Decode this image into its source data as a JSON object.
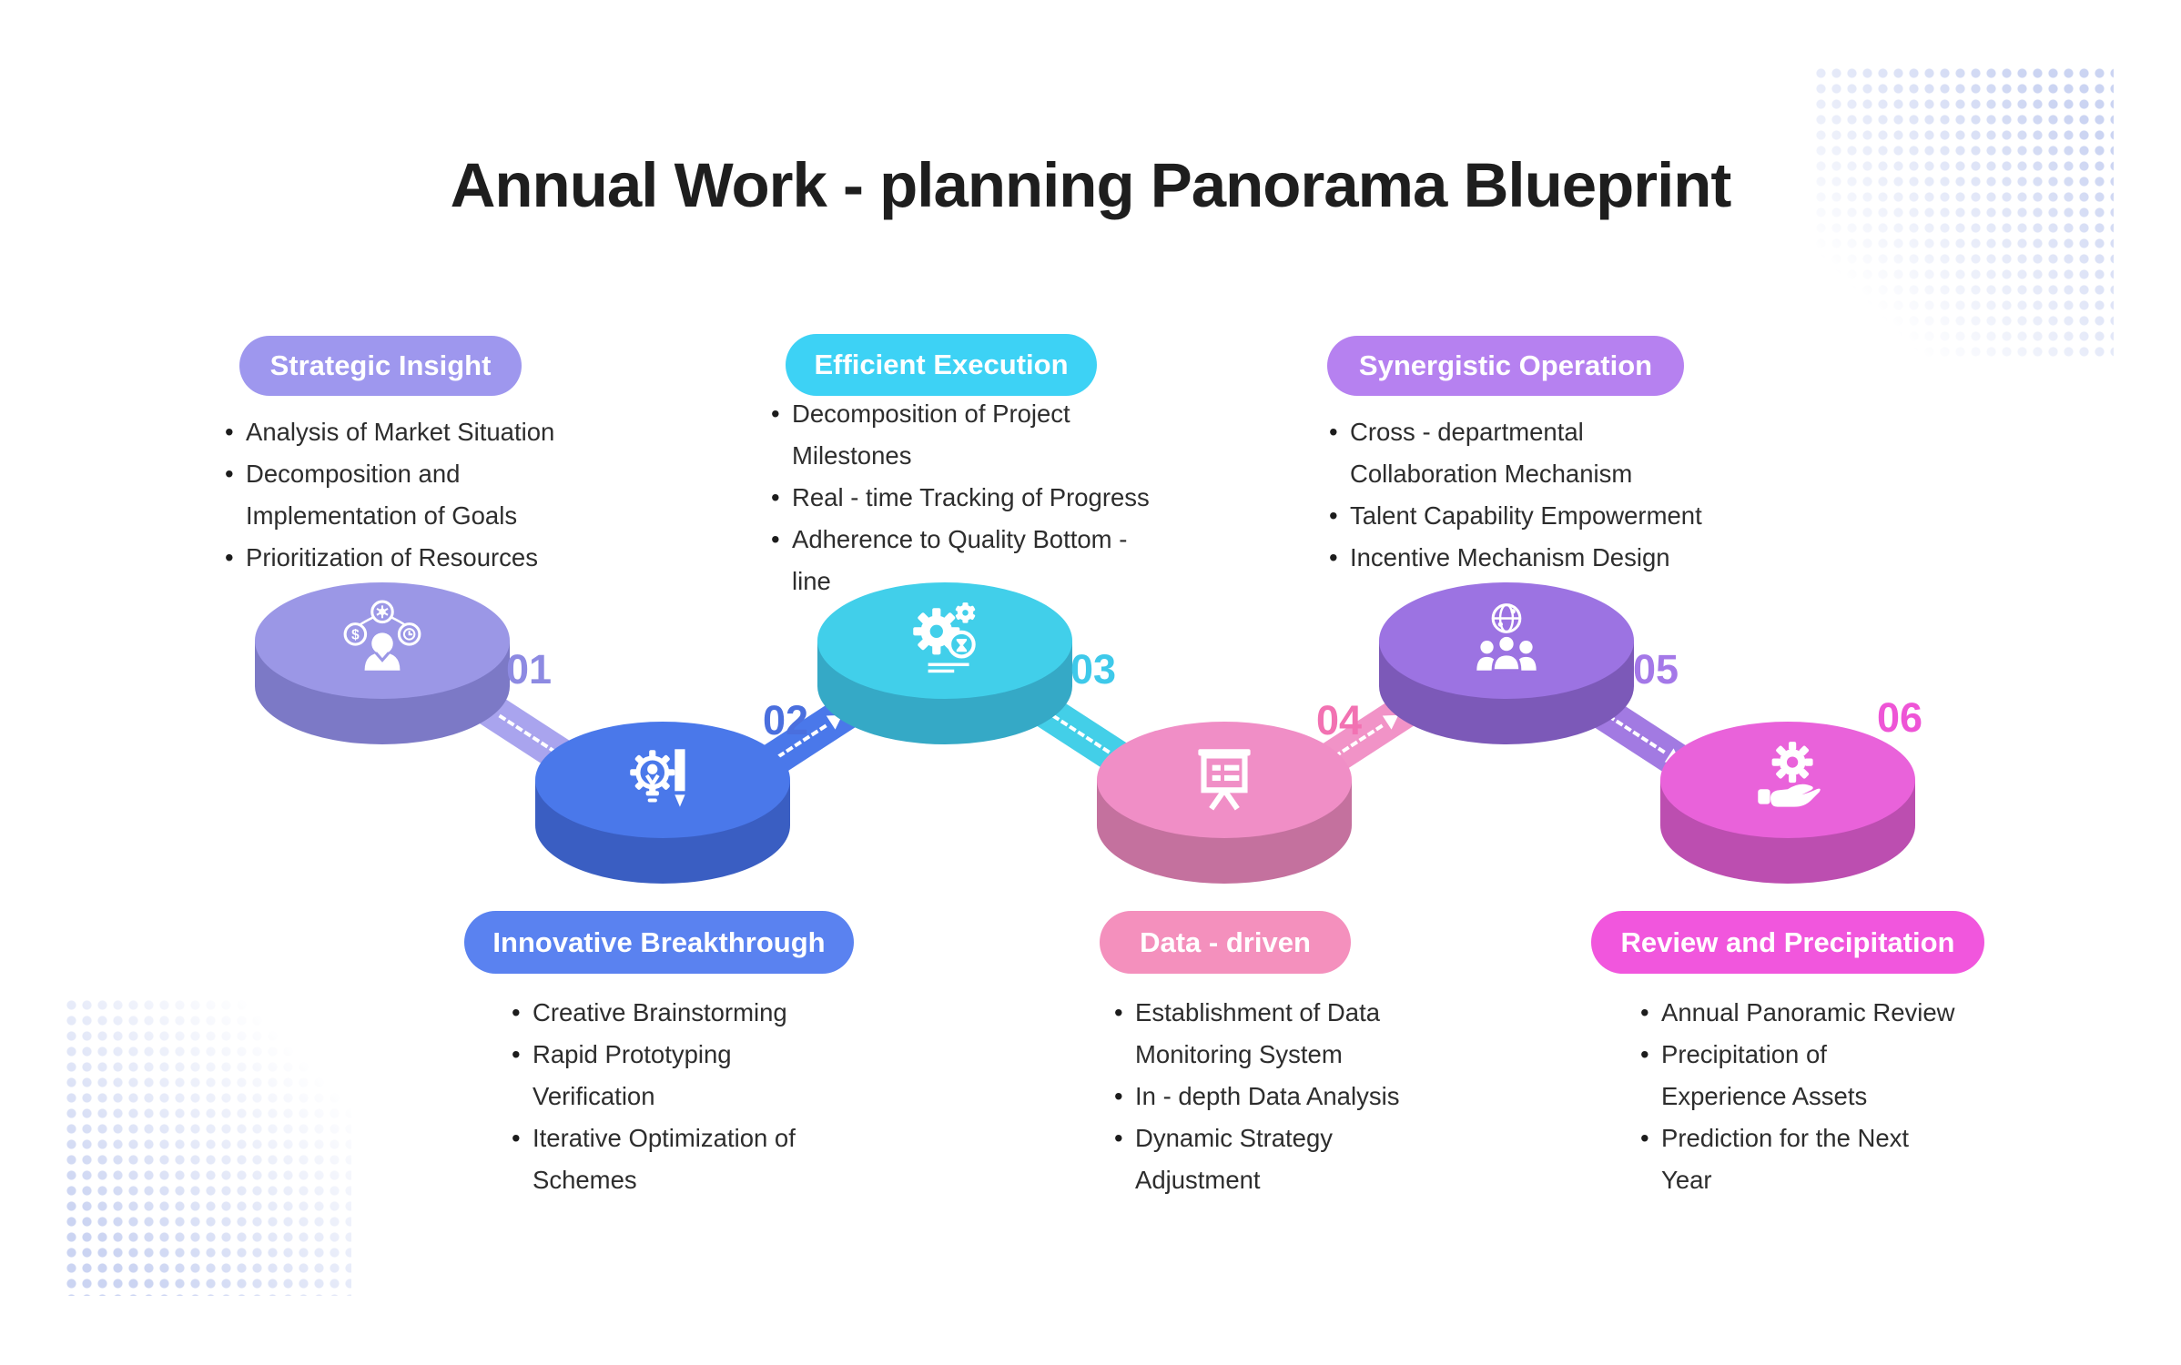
{
  "title": "Annual Work - planning Panorama Blueprint",
  "decor": {
    "halftone_dot_color": "#CBD4F2",
    "background_color": "#FFFFFF",
    "title_color": "#1E1E1E"
  },
  "steps": [
    {
      "num": "01",
      "label": "Strategic Insight",
      "icon": "strategy-person-icon",
      "pill_color": "#9E97EE",
      "disc_top_color": "#9B97E6",
      "disc_side_color": "#7C79C6",
      "number_color": "#8D8AE2",
      "connector_color": "#A9A4EE",
      "bullets": [
        "Analysis of Market Situation",
        "Decomposition and Implementation of Goals",
        "Prioritization of Resources"
      ]
    },
    {
      "num": "02",
      "label": "Innovative Breakthrough",
      "icon": "bulb-pencil-icon",
      "pill_color": "#5A82F0",
      "disc_top_color": "#4A78EA",
      "disc_side_color": "#3A5EC2",
      "number_color": "#4A6FDE",
      "connector_color": "#4A78EA",
      "bullets": [
        "Creative Brainstorming",
        "Rapid Prototyping Verification",
        "Iterative Optimization of Schemes"
      ]
    },
    {
      "num": "03",
      "label": "Efficient Execution",
      "icon": "gears-hourglass-icon",
      "pill_color": "#3DD2F5",
      "disc_top_color": "#41CFEA",
      "disc_side_color": "#35A9C6",
      "number_color": "#3EC9EA",
      "connector_color": "#43CFE8",
      "bullets": [
        "Decomposition of Project Milestones",
        "Real - time Tracking of Progress",
        "Adherence to Quality Bottom - line"
      ]
    },
    {
      "num": "04",
      "label": "Data - driven",
      "icon": "presentation-board-icon",
      "pill_color": "#F490BD",
      "disc_top_color": "#F08EC6",
      "disc_side_color": "#C4719E",
      "number_color": "#F272B2",
      "connector_color": "#F193C7",
      "bullets": [
        "Establishment of Data Monitoring System",
        "In - depth Data Analysis",
        "Dynamic Strategy Adjustment"
      ]
    },
    {
      "num": "05",
      "label": "Synergistic Operation",
      "icon": "team-globe-icon",
      "pill_color": "#B681F0",
      "disc_top_color": "#9C73E2",
      "disc_side_color": "#7C59B8",
      "number_color": "#A478E8",
      "connector_color": "#A27AE2",
      "bullets": [
        "Cross - departmental Collaboration Mechanism",
        "Talent Capability Empowerment",
        "Incentive Mechanism Design"
      ]
    },
    {
      "num": "06",
      "label": "Review and Precipitation",
      "icon": "hand-gear-icon",
      "pill_color": "#F156DD",
      "disc_top_color": "#E962DA",
      "disc_side_color": "#BC4EB0",
      "number_color": "#EE55D6",
      "connector_color": "#E15FD6",
      "bullets": [
        "Annual Panoramic Review",
        "Precipitation of Experience Assets",
        "Prediction for the Next Year"
      ]
    }
  ]
}
